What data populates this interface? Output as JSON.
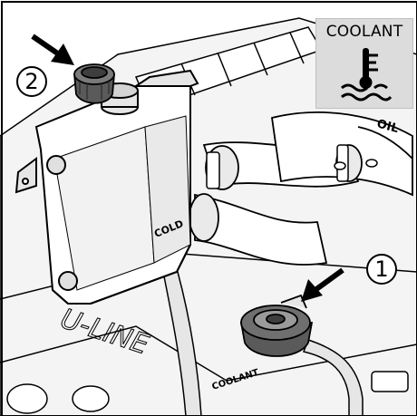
{
  "badge": {
    "title": "COOLANT",
    "icon": "coolant-temperature-icon"
  },
  "steps": [
    {
      "number": "1",
      "target": "radiator-cap"
    },
    {
      "number": "2",
      "target": "expansion-tank-cap"
    }
  ],
  "embossed": {
    "tank_text": "COLD",
    "engine_text": "COOLANT",
    "cover_text": "U-LINE",
    "oil_text": "OIL"
  },
  "colors": {
    "line": "#000000",
    "fill": "#ffffff",
    "shade": "#e6e6e6",
    "badge": "#dcdcdc"
  }
}
